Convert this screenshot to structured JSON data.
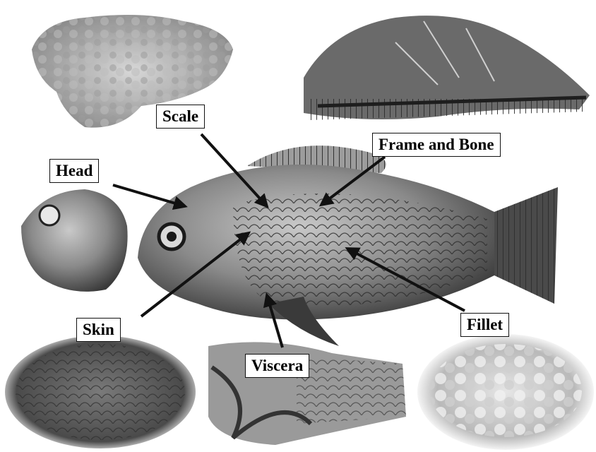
{
  "labels": {
    "scale": "Scale",
    "frame_and_bone": "Frame and Bone",
    "head": "Head",
    "skin": "Skin",
    "viscera": "Viscera",
    "fillet": "Fillet"
  },
  "colors": {
    "ink": "#111111",
    "background": "#ffffff"
  }
}
